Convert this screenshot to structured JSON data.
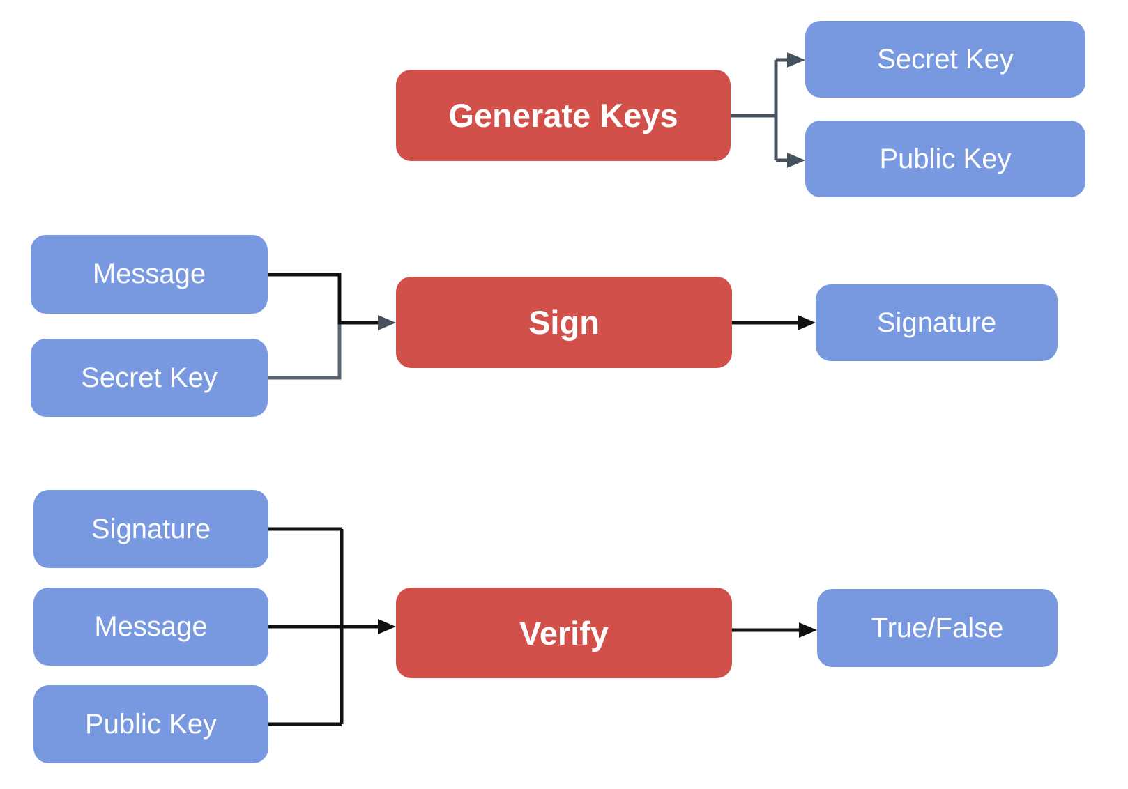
{
  "diagram": {
    "nodes": {
      "generate_keys": {
        "label": "Generate Keys",
        "type": "process"
      },
      "secret_key_top": {
        "label": "Secret Key",
        "type": "data"
      },
      "public_key_top": {
        "label": "Public Key",
        "type": "data"
      },
      "message_sign": {
        "label": "Message",
        "type": "data"
      },
      "secret_key_sign": {
        "label": "Secret Key",
        "type": "data"
      },
      "sign": {
        "label": "Sign",
        "type": "process"
      },
      "signature_out": {
        "label": "Signature",
        "type": "data"
      },
      "signature_verify": {
        "label": "Signature",
        "type": "data"
      },
      "message_verify": {
        "label": "Message",
        "type": "data"
      },
      "public_key_verify": {
        "label": "Public Key",
        "type": "data"
      },
      "verify": {
        "label": "Verify",
        "type": "process"
      },
      "true_false": {
        "label": "True/False",
        "type": "data"
      }
    },
    "edges": [
      {
        "from": "Generate Keys",
        "to": "Secret Key"
      },
      {
        "from": "Generate Keys",
        "to": "Public Key"
      },
      {
        "from": "Message",
        "to": "Sign"
      },
      {
        "from": "Secret Key",
        "to": "Sign"
      },
      {
        "from": "Sign",
        "to": "Signature"
      },
      {
        "from": "Signature",
        "to": "Verify"
      },
      {
        "from": "Message",
        "to": "Verify"
      },
      {
        "from": "Public Key",
        "to": "Verify"
      },
      {
        "from": "Verify",
        "to": "True/False"
      }
    ],
    "colors": {
      "process_fill": "#d15049",
      "data_fill": "#7899e0",
      "connector_slate": "#46505f",
      "connector_black": "#111111",
      "label_text": "#ffffff",
      "background": "#ffffff"
    }
  }
}
